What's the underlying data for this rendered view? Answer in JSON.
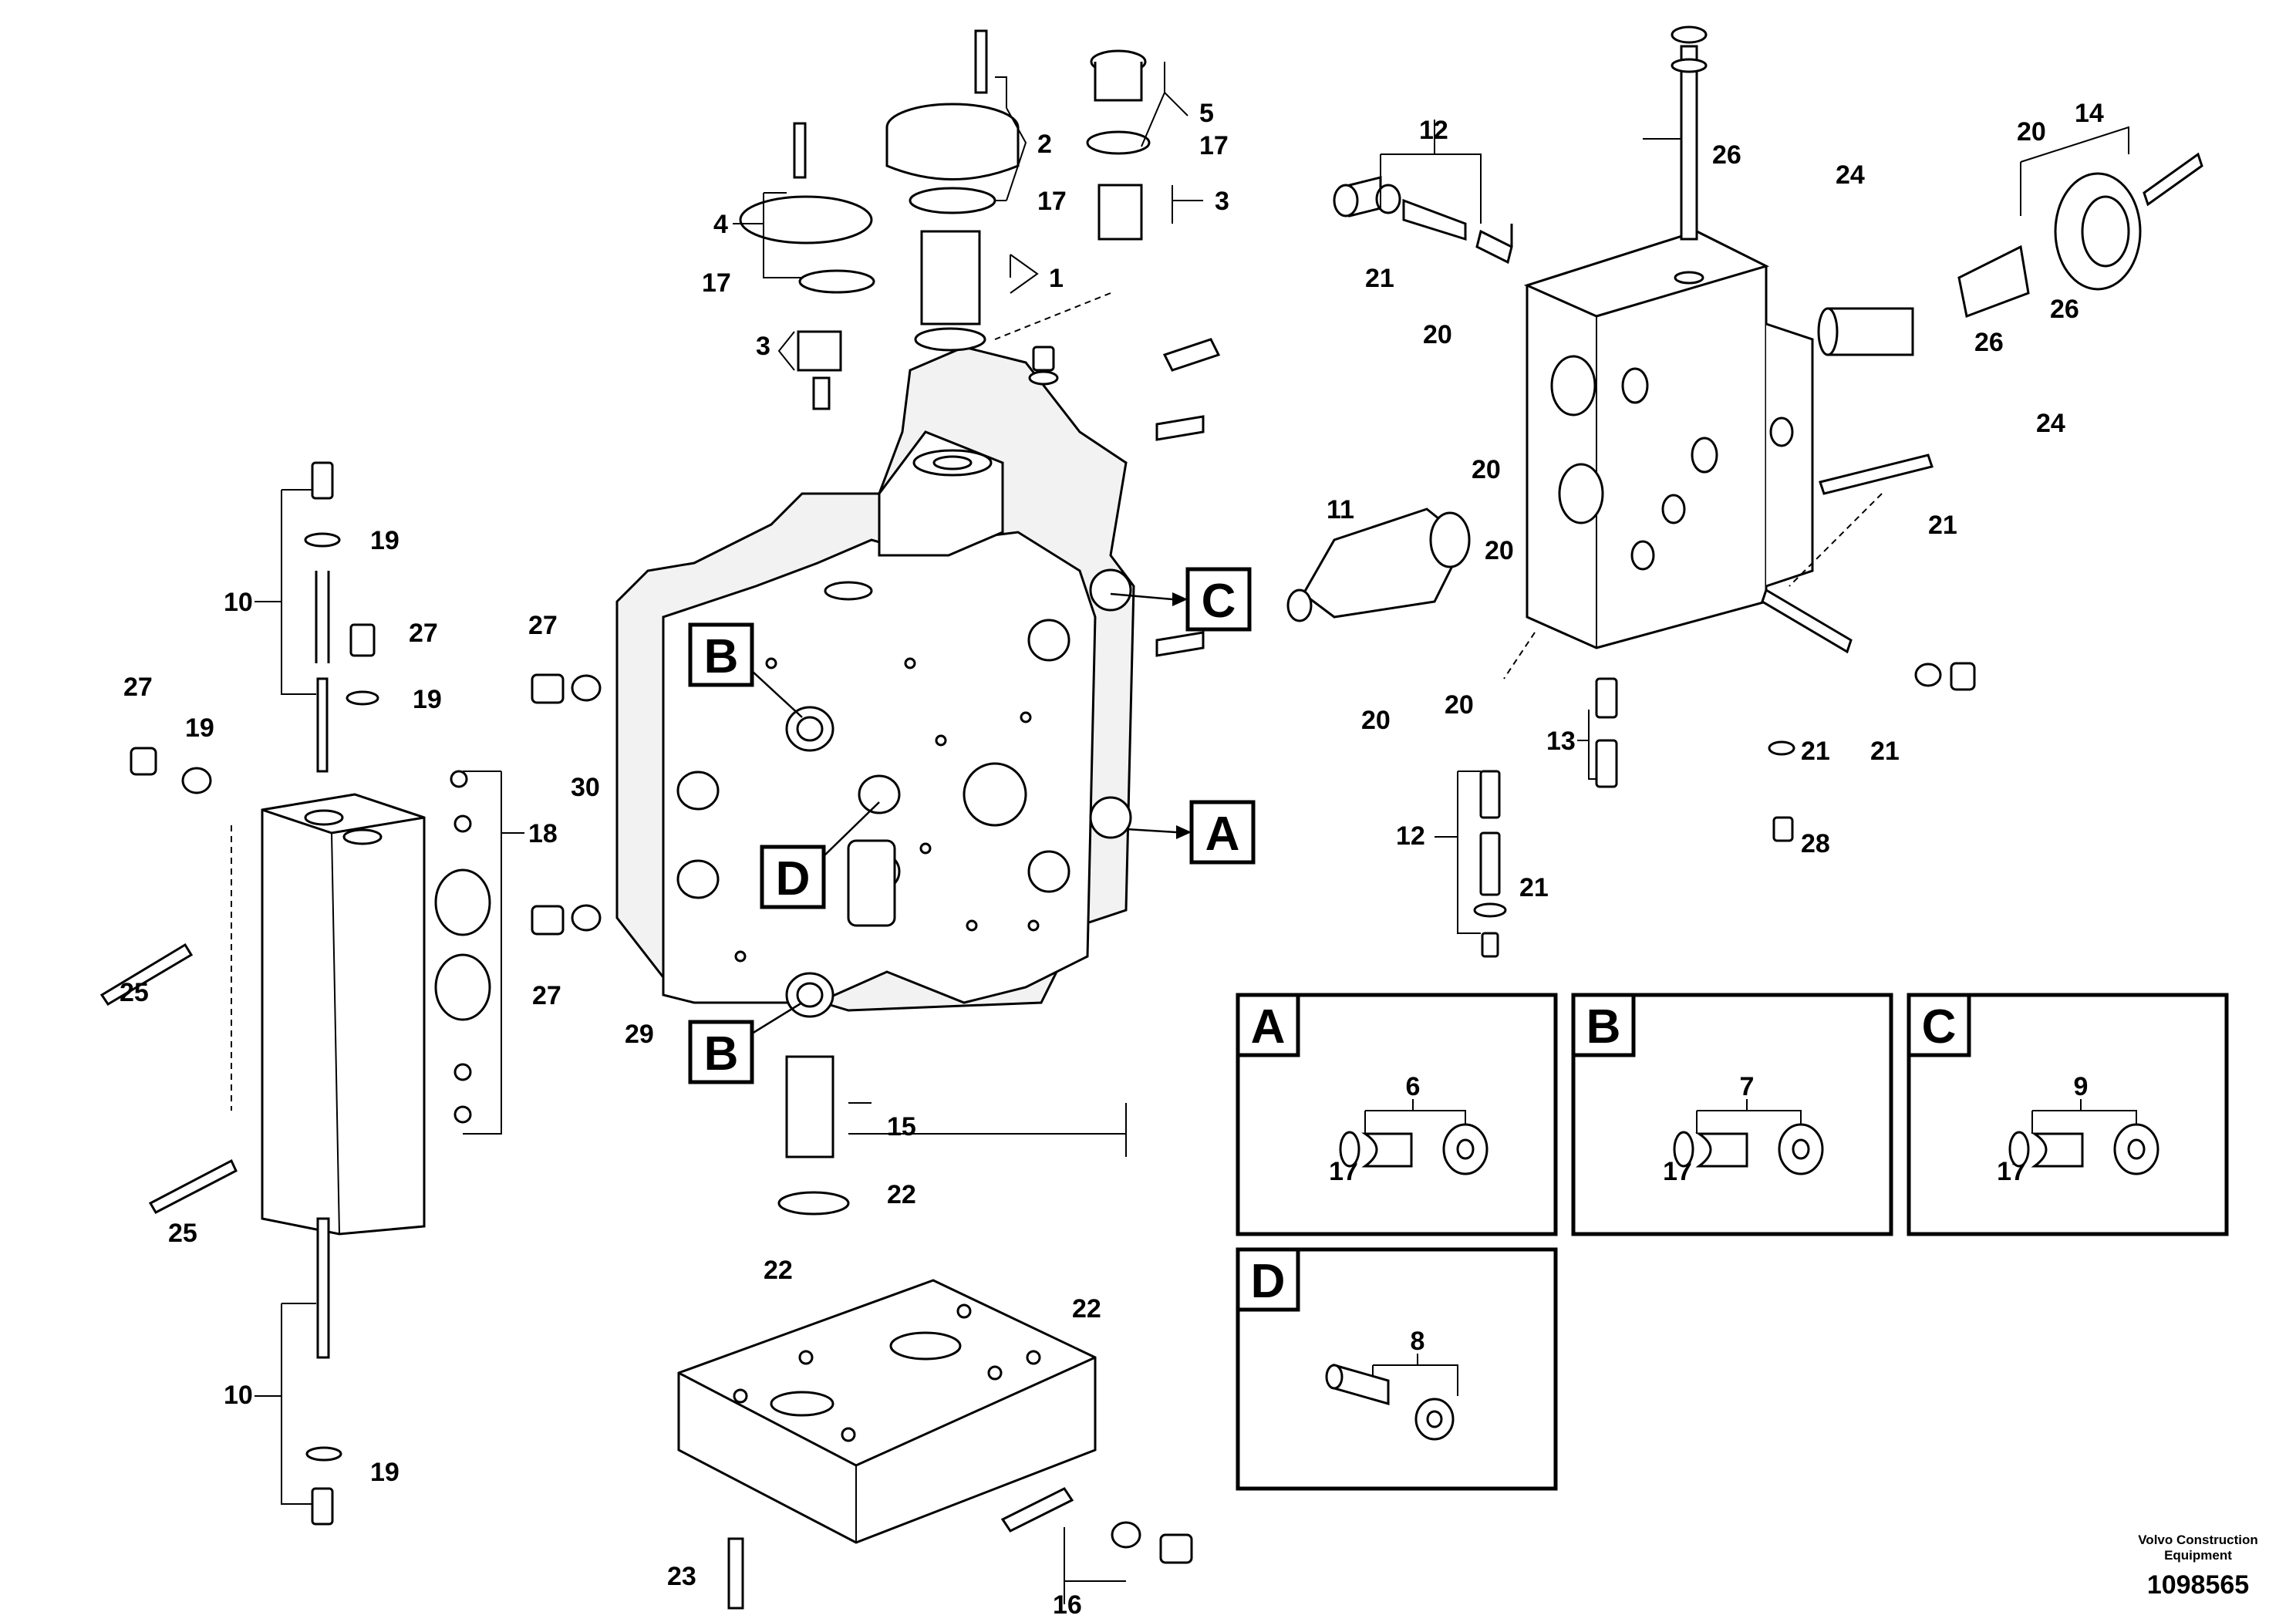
{
  "labels": {
    "l1": "1",
    "l2": "2",
    "l3a": "3",
    "l3b": "3",
    "l4": "4",
    "l5": "5",
    "l17a": "17",
    "l17b": "17",
    "l17c": "17",
    "l10a": "10",
    "l10b": "10",
    "l19a": "19",
    "l19b": "19",
    "l19c": "19",
    "l19d": "19",
    "l27a": "27",
    "l27b": "27",
    "l27c": "27",
    "l27d": "27",
    "l18": "18",
    "l25a": "25",
    "l25b": "25",
    "l30": "30",
    "l29": "29",
    "l15": "15",
    "l22a": "22",
    "l22b": "22",
    "l22c": "22",
    "l23": "23",
    "l16": "16",
    "l12a": "12",
    "l12b": "12",
    "l21a": "21",
    "l21b": "21",
    "l21c": "21",
    "l21d": "21",
    "l21e": "21",
    "l26a": "26",
    "l26b": "26",
    "l26c": "26",
    "l24a": "24",
    "l24b": "24",
    "l20a": "20",
    "l20b": "20",
    "l20c": "20",
    "l20d": "20",
    "l20e": "20",
    "l20f": "20",
    "l14": "14",
    "l11": "11",
    "l13": "13",
    "l28": "28"
  },
  "callouts": {
    "c_top": "C",
    "a_right": "A",
    "b_upper": "B",
    "d_mid": "D",
    "b_lower": "B"
  },
  "detail_panels": {
    "a": {
      "letter": "A",
      "part": "6",
      "seal": "17"
    },
    "b": {
      "letter": "B",
      "part": "7",
      "seal": "17"
    },
    "c": {
      "letter": "C",
      "part": "9",
      "seal": "17"
    },
    "d": {
      "letter": "D",
      "part": "8"
    }
  },
  "footer": {
    "line1": "Volvo Construction",
    "line2": "Equipment",
    "number": "1098565"
  }
}
